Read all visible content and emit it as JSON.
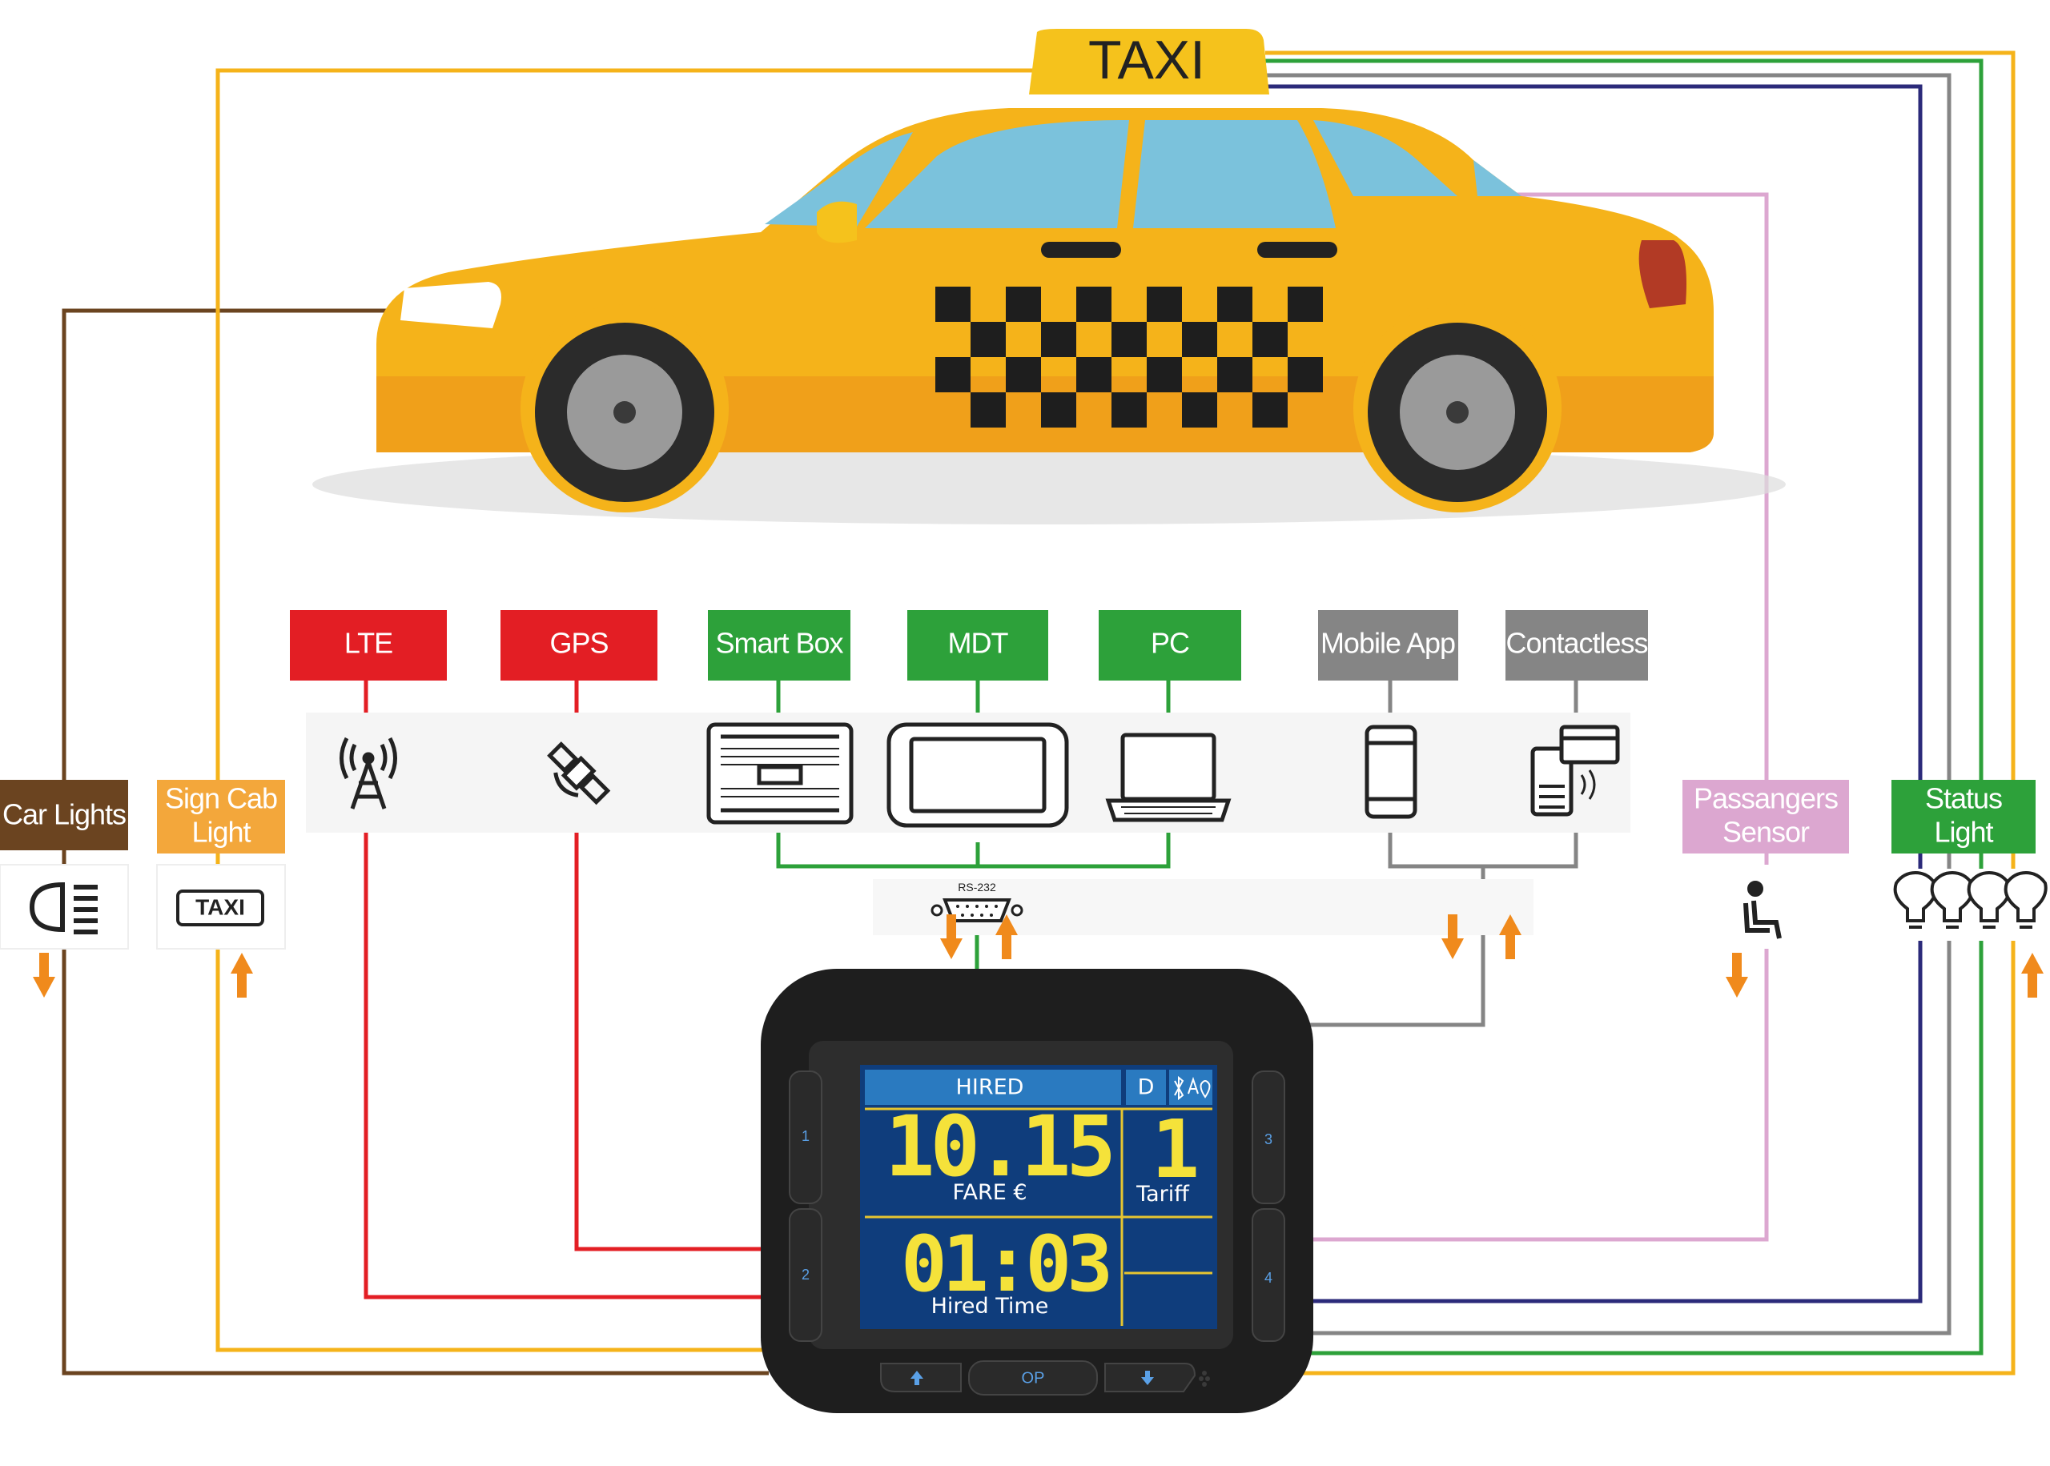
{
  "taxi_sign": "TAXI",
  "labels": {
    "lte": "LTE",
    "gps": "GPS",
    "smart_box": "Smart Box",
    "mdt": "MDT",
    "pc": "PC",
    "mobile_app": "Mobile App",
    "contactless": "Contactless",
    "car_lights": "Car Lights",
    "sign_cab_light_1": "Sign Cab",
    "sign_cab_light_2": "Light",
    "passengers_sensor_1": "Passangers",
    "passengers_sensor_2": "Sensor",
    "status_light_1": "Status",
    "status_light_2": "Light"
  },
  "sign_icon_text": "TAXI",
  "rs232": "RS-232",
  "meter": {
    "status": "HIRED",
    "mode": "D",
    "fare_value": "10.15",
    "fare_label": "FARE €",
    "tariff_value": "1",
    "tariff_label": "Tariff",
    "time_value": "01:03",
    "time_label": "Hired Time",
    "side_buttons": [
      "1",
      "2",
      "3",
      "4"
    ],
    "op_button": "OP"
  },
  "colors": {
    "taxi_yellow": "#f5b31a",
    "red": "#e31e24",
    "green": "#2da13a",
    "gray": "#858585",
    "brown": "#6b4420",
    "orange_label": "#f3a73b",
    "pink": "#dca7d0",
    "navy": "#2b2a7a",
    "arrow_orange": "#f08a1c",
    "lcd_blue": "#0f3d7c"
  }
}
